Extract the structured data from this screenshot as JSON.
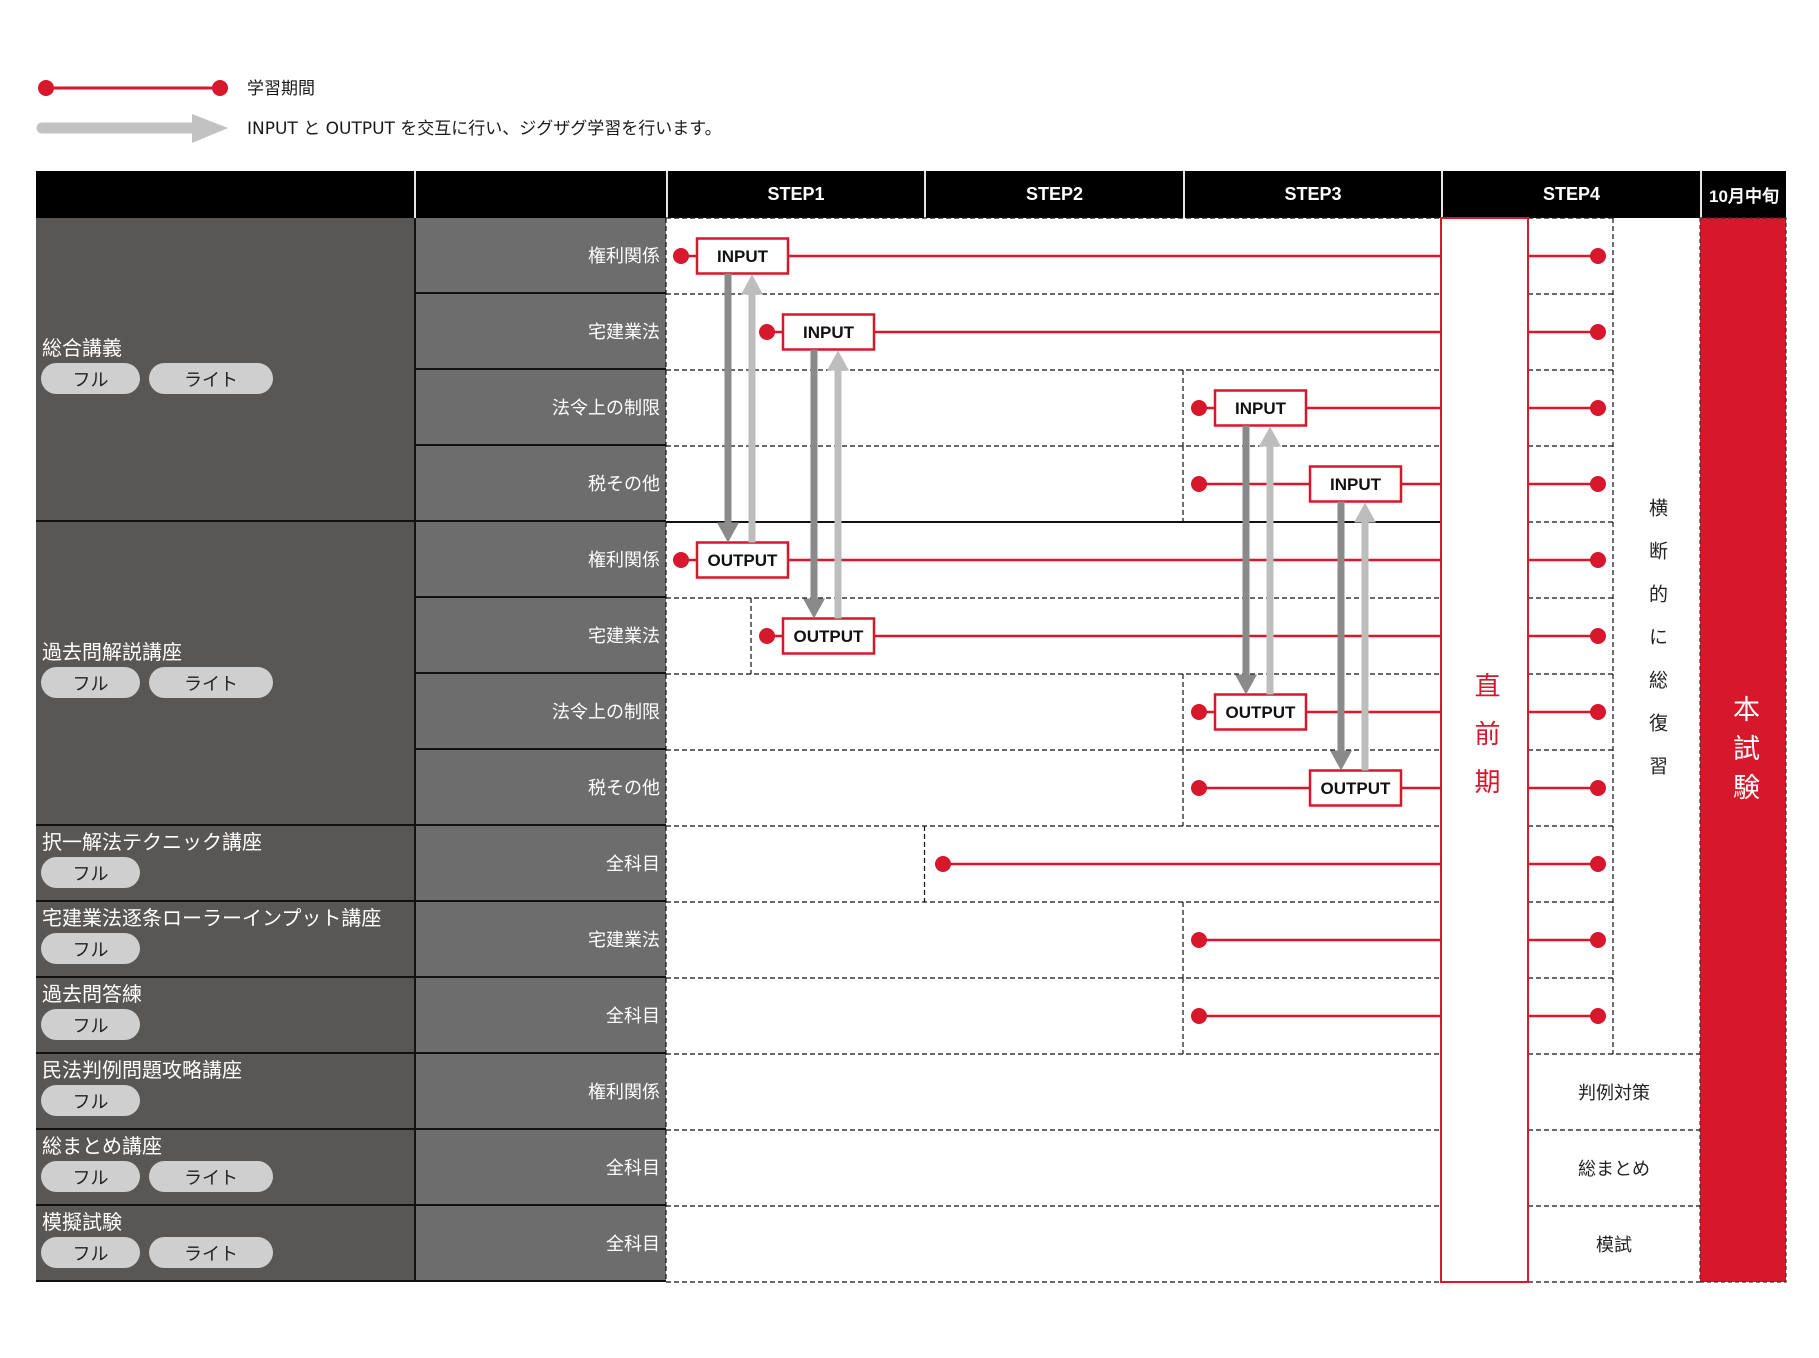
{
  "legend": {
    "period_label": "学習期間",
    "zigzag_label": "INPUT と OUTPUT を交互に行い、ジグザグ学習を行います。"
  },
  "header": {
    "steps": [
      "STEP1",
      "STEP2",
      "STEP3",
      "STEP4"
    ],
    "exam_date": "10月中旬"
  },
  "courses": [
    {
      "name": "総合講義",
      "plans": [
        "フル",
        "ライト"
      ],
      "subjects": [
        "権利関係",
        "宅建業法",
        "法令上の制限",
        "税その他"
      ]
    },
    {
      "name": "過去問解説講座",
      "plans": [
        "フル",
        "ライト"
      ],
      "subjects": [
        "権利関係",
        "宅建業法",
        "法令上の制限",
        "税その他"
      ]
    },
    {
      "name": "択一解法テクニック講座",
      "plans": [
        "フル"
      ],
      "subjects": [
        "全科目"
      ]
    },
    {
      "name": "宅建業法逐条ローラーインプット講座",
      "plans": [
        "フル"
      ],
      "subjects": [
        "宅建業法"
      ]
    },
    {
      "name": "過去問答練",
      "plans": [
        "フル"
      ],
      "subjects": [
        "全科目"
      ]
    },
    {
      "name": "民法判例問題攻略講座",
      "plans": [
        "フル"
      ],
      "subjects": [
        "権利関係"
      ]
    },
    {
      "name": "総まとめ講座",
      "plans": [
        "フル",
        "ライト"
      ],
      "subjects": [
        "全科目"
      ]
    },
    {
      "name": "模擬試験",
      "plans": [
        "フル",
        "ライト"
      ],
      "subjects": [
        "全科目"
      ]
    }
  ],
  "phases": {
    "final_period": "直前期",
    "cross_review": "横断的に総復習",
    "exam": "本試験"
  },
  "step4_notes": [
    {
      "row": 11,
      "label": "判例対策"
    },
    {
      "row": 12,
      "label": "総まとめ"
    },
    {
      "row": 13,
      "label": "模試"
    }
  ],
  "timeline": [
    {
      "row": 0,
      "start_step": 1.0,
      "box": "INPUT"
    },
    {
      "row": 1,
      "start_step": 1.3,
      "box": "INPUT"
    },
    {
      "row": 2,
      "start_step": 3.0,
      "box": "INPUT"
    },
    {
      "row": 3,
      "start_step": 3.0,
      "box": "INPUT",
      "box_offset": true
    },
    {
      "row": 4,
      "start_step": 1.0,
      "box": "OUTPUT"
    },
    {
      "row": 5,
      "start_step": 1.3,
      "box": "OUTPUT"
    },
    {
      "row": 6,
      "start_step": 3.0,
      "box": "OUTPUT"
    },
    {
      "row": 7,
      "start_step": 3.0,
      "box": "OUTPUT",
      "box_offset": true
    },
    {
      "row": 8,
      "start_step": 2.0
    },
    {
      "row": 9,
      "start_step": 3.0
    },
    {
      "row": 10,
      "start_step": 3.0
    }
  ],
  "zigzag_pairs": [
    [
      0,
      4
    ],
    [
      1,
      5
    ],
    [
      2,
      6
    ],
    [
      3,
      7
    ]
  ],
  "colors": {
    "accent_red": "#d7172b",
    "arrow_dark": "#8a8a8a",
    "arrow_light": "#bdbdbd",
    "course_bg": "#595755",
    "subject_bg": "#6d6d6d",
    "pill_bg": "#cfcfcf"
  }
}
